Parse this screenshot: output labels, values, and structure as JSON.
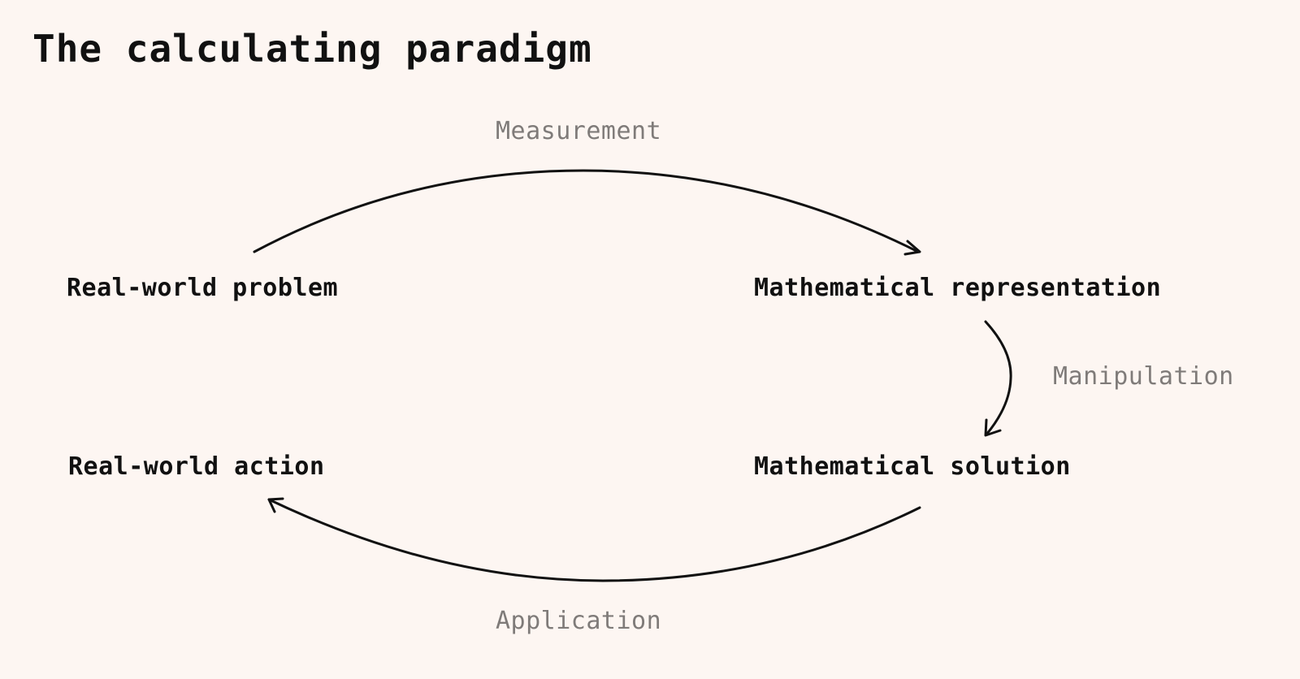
{
  "title": "The calculating paradigm",
  "colors": {
    "background": "#fdf6f2",
    "node_text": "#111111",
    "edge_label_text": "#7f7b79",
    "arrow": "#111111"
  },
  "nodes": {
    "real_world_problem": "Real-world problem",
    "mathematical_representation": "Mathematical representation",
    "mathematical_solution": "Mathematical solution",
    "real_world_action": "Real-world action"
  },
  "edges": [
    {
      "from": "real_world_problem",
      "to": "mathematical_representation",
      "label": "Measurement"
    },
    {
      "from": "mathematical_representation",
      "to": "mathematical_solution",
      "label": "Manipulation"
    },
    {
      "from": "mathematical_solution",
      "to": "real_world_action",
      "label": "Application"
    }
  ]
}
